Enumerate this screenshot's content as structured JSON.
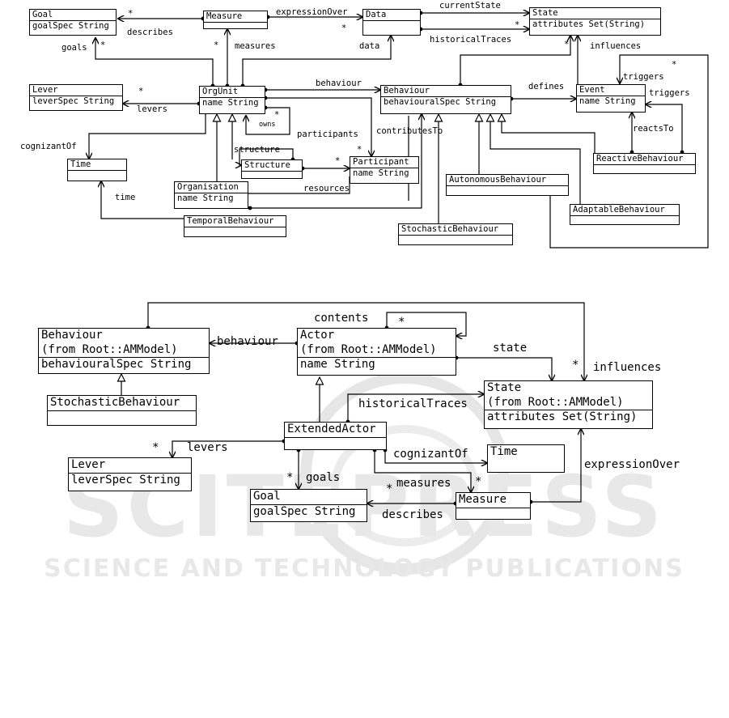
{
  "watermark": {
    "main": "SCITEPRESS",
    "sub": "SCIENCE AND TECHNOLOGY PUBLICATIONS"
  },
  "diagram_top": {
    "classes": {
      "goal": {
        "name": "Goal",
        "attrs": "goalSpec String"
      },
      "measure": {
        "name": "Measure",
        "attrs": ""
      },
      "data": {
        "name": "Data",
        "attrs": ""
      },
      "state": {
        "name": "State",
        "attrs": "attributes Set(String)"
      },
      "lever": {
        "name": "Lever",
        "attrs": "leverSpec String"
      },
      "orgunit": {
        "name": "OrgUnit",
        "attrs": "name String"
      },
      "behaviour": {
        "name": "Behaviour",
        "attrs": "behaviouralSpec String"
      },
      "event": {
        "name": "Event",
        "attrs": "name String"
      },
      "time": {
        "name": "Time",
        "attrs": ""
      },
      "structure": {
        "name": "Structure",
        "attrs": ""
      },
      "participant": {
        "name": "Participant",
        "attrs": "name String"
      },
      "organisation": {
        "name": "Organisation",
        "attrs": "name String"
      },
      "temporal": {
        "name": "TemporalBehaviour",
        "attrs": ""
      },
      "autonomous": {
        "name": "AutonomousBehaviour",
        "attrs": ""
      },
      "reactive": {
        "name": "ReactiveBehaviour",
        "attrs": ""
      },
      "adaptable": {
        "name": "AdaptableBehaviour",
        "attrs": ""
      },
      "stochastic": {
        "name": "StochasticBehaviour",
        "attrs": ""
      }
    },
    "labels": {
      "describes": "describes",
      "expressionOver": "expressionOver",
      "currentState": "currentState",
      "goals": "goals",
      "measures": "measures",
      "data": "data",
      "historicalTraces": "historicalTraces",
      "influences": "influences",
      "triggers1": "triggers",
      "triggers2": "triggers",
      "behaviour": "behaviour",
      "defines": "defines",
      "levers": "levers",
      "owns": "owns",
      "participants": "participants",
      "contributesTo": "contributesTo",
      "reactsTo": "reactsTo",
      "cognizantOf": "cognizantOf",
      "structure": "structure",
      "resources": "resources",
      "time": "time"
    },
    "mult": "*"
  },
  "diagram_bottom": {
    "classes": {
      "behaviour": {
        "name": "Behaviour",
        "from": "(from Root::AMModel)",
        "attrs": "behaviouralSpec String"
      },
      "actor": {
        "name": "Actor",
        "from": "(from Root::AMModel)",
        "attrs": "name String"
      },
      "state": {
        "name": "State",
        "from": "(from Root::AMModel)",
        "attrs": "attributes Set(String)"
      },
      "stochastic": {
        "name": "StochasticBehaviour",
        "attrs": ""
      },
      "extended": {
        "name": "ExtendedActor"
      },
      "time": {
        "name": "Time"
      },
      "lever": {
        "name": "Lever",
        "attrs": "leverSpec String"
      },
      "goal": {
        "name": "Goal",
        "attrs": "goalSpec String"
      },
      "measure": {
        "name": "Measure",
        "attrs": ""
      }
    },
    "labels": {
      "contents": "contents",
      "behaviour": "behaviour",
      "state": "state",
      "influences": "influences",
      "historicalTraces": "historicalTraces",
      "levers": "levers",
      "cognizantOf": "cognizantOf",
      "goals": "goals",
      "measures": "measures",
      "describes": "describes",
      "expressionOver": "expressionOver"
    },
    "mult": "*"
  }
}
